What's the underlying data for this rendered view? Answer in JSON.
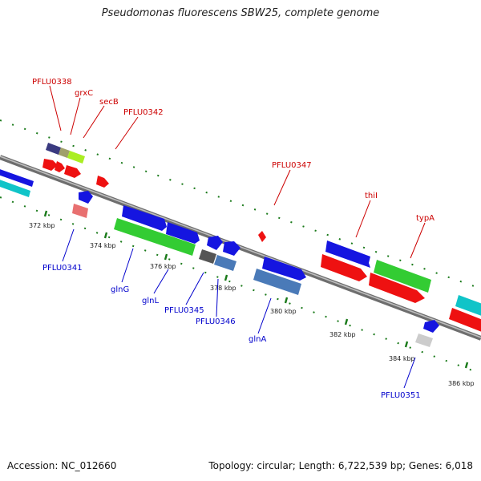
{
  "title": "Pseudomonas fluorescens SBW25, complete genome",
  "footer": {
    "accession": "Accession: NC_012660",
    "topology": "Topology: circular; Length: 6,722,539 bp; Genes: 6,018"
  },
  "colors": {
    "backbone": "#8a8a8a",
    "tick": "#1a7a1a",
    "label_top": "#cc0000",
    "label_bottom": "#0000cc"
  },
  "scale_labels": [
    "372 kbp",
    "374 kbp",
    "376 kbp",
    "378 kbp",
    "380 kbp",
    "382 kbp",
    "384 kbp",
    "386 kbp"
  ],
  "gene_labels_top": [
    "PFLU0338",
    "grxC",
    "secB",
    "PFLU0342",
    "PFLU0347",
    "thiI",
    "typA"
  ],
  "gene_labels_bottom": [
    "PFLU0341",
    "glnG",
    "glnL",
    "PFLU0345",
    "PFLU0346",
    "glnA",
    "PFLU0351"
  ]
}
